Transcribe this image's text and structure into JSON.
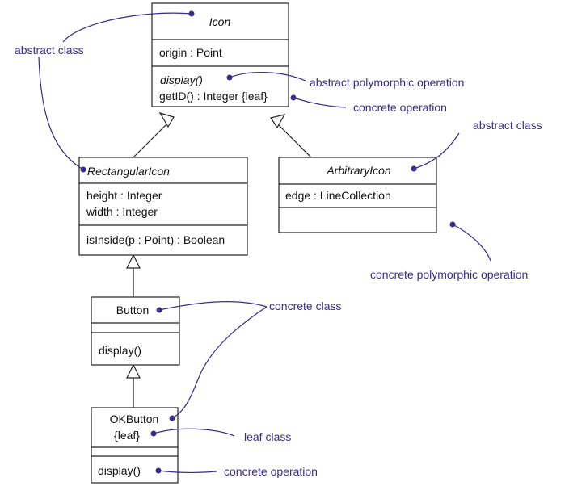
{
  "classes": {
    "icon": {
      "name": "Icon",
      "attributes": [
        "origin : Point"
      ],
      "operations": [
        "display()",
        "getID() : Integer {leaf}"
      ]
    },
    "rectangular_icon": {
      "name": "RectangularIcon",
      "attributes": [
        "height : Integer",
        "width : Integer"
      ],
      "operations": [
        "isInside(p : Point) : Boolean"
      ]
    },
    "arbitrary_icon": {
      "name": "ArbitraryIcon",
      "attributes": [
        "edge : LineCollection"
      ]
    },
    "button": {
      "name": "Button",
      "operations": [
        "display()"
      ]
    },
    "ok_button": {
      "name": "OKButton",
      "constraint": "{leaf}",
      "operations": [
        "display()"
      ]
    }
  },
  "notes": {
    "abstract_class_left": "abstract class",
    "abstract_polymorphic_operation": "abstract polymorphic operation",
    "concrete_operation_top": "concrete operation",
    "abstract_class_right": "abstract class",
    "concrete_polymorphic_operation": "concrete polymorphic operation",
    "concrete_class": "concrete class",
    "leaf_class": "leaf class",
    "concrete_operation_bottom": "concrete operation"
  },
  "colors": {
    "note": "#3b2a8c",
    "line": "#222222"
  }
}
